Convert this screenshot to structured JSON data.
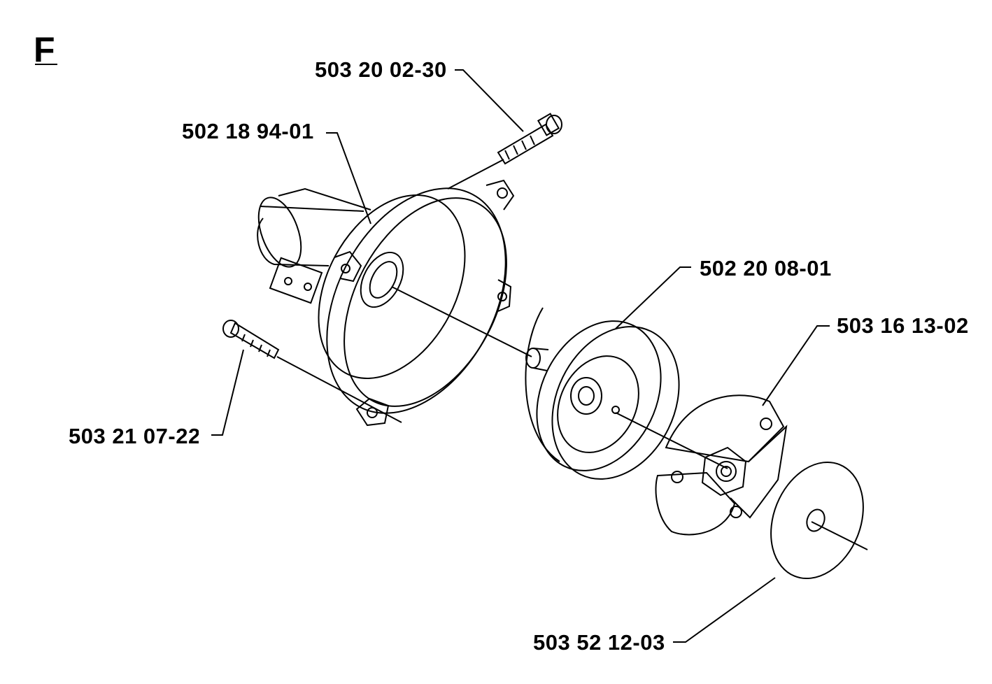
{
  "section": "F",
  "parts": [
    {
      "number": "503 20 02-30"
    },
    {
      "number": "502 18 94-01"
    },
    {
      "number": "502 20 08-01"
    },
    {
      "number": "503 16 13-02"
    },
    {
      "number": "503 21 07-22"
    },
    {
      "number": "503 52 12-03"
    }
  ]
}
